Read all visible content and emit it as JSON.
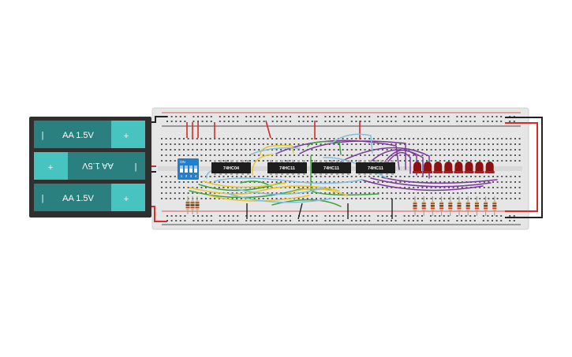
{
  "battery_pack": {
    "cells": [
      {
        "label": "AA 1.5V",
        "neg": "|",
        "pos": "+",
        "flipped": false
      },
      {
        "label": "AA 1.5V",
        "neg": "|",
        "pos": "+",
        "flipped": true
      },
      {
        "label": "AA 1.5V",
        "neg": "|",
        "pos": "+",
        "flipped": false
      }
    ],
    "case_color": "#2f2f2f",
    "cell_color": "#2a7f7f",
    "terminal_color": "#47c4c0"
  },
  "breadboard": {
    "color": "#e6e6e6",
    "rail_pos_color": "#d62b2b",
    "rail_neg_color": "#1a1a1a"
  },
  "dip_switch": {
    "label": "ON",
    "numbers": [
      "1",
      "2",
      "3",
      "4"
    ],
    "color": "#1f7fd0"
  },
  "chips": [
    {
      "label": "74HC04"
    },
    {
      "label": "74HC11"
    },
    {
      "label": "74HC11"
    },
    {
      "label": "74HC11"
    }
  ],
  "leds": {
    "count": 8,
    "color": "#8e1111"
  },
  "resistors": {
    "output_count": 10,
    "input_count": 3
  },
  "wire_colors": {
    "red": "#d62b2b",
    "black": "#222222",
    "yellow": "#e6c52a",
    "green": "#3aa63a",
    "blue": "#7fbfe0",
    "purple": "#7b3a9a"
  }
}
